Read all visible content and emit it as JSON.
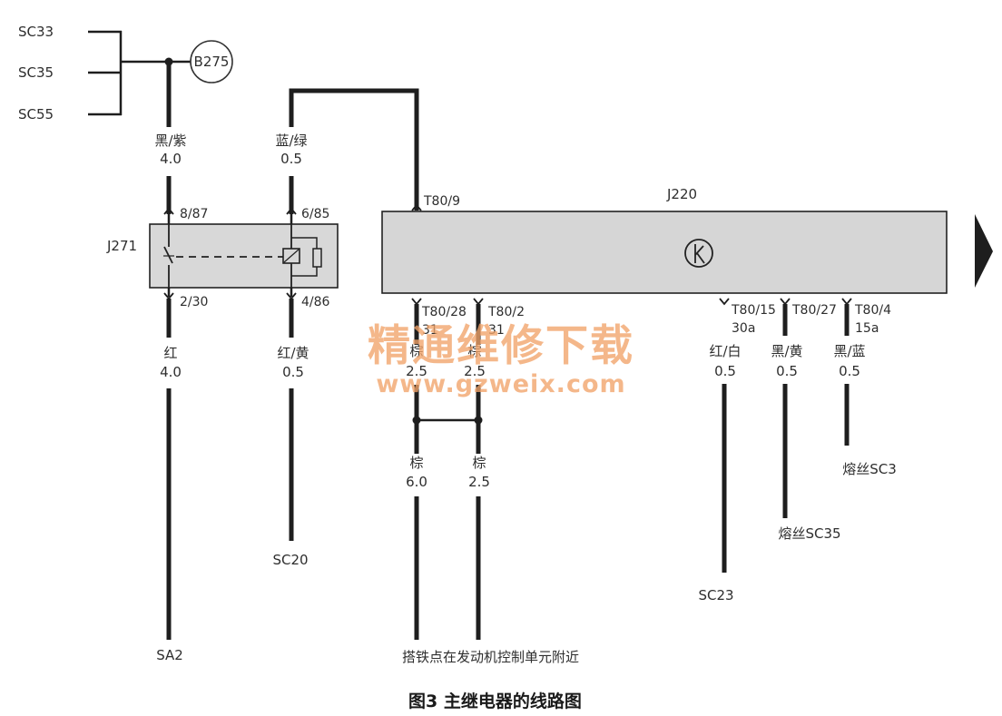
{
  "feeds": [
    "SC33",
    "SC35",
    "SC55"
  ],
  "b275": "B275",
  "relay": {
    "name": "J271",
    "pin_8_87": "8/87",
    "pin_6_85": "6/85",
    "pin_2_30": "2/30",
    "pin_4_86": "4/86"
  },
  "wires": {
    "w1_top": [
      "黑/紫",
      "4.0"
    ],
    "w2_top": [
      "蓝/绿",
      "0.5"
    ],
    "w1_bottom": [
      "红",
      "4.0"
    ],
    "w2_bottom": [
      "红/黄",
      "0.5"
    ],
    "t28": [
      "棕",
      "2.5"
    ],
    "t2": [
      "棕",
      "2.5"
    ],
    "g1": [
      "棕",
      "6.0"
    ],
    "g2": [
      "棕",
      "2.5"
    ],
    "t15": [
      "红/白",
      "0.5"
    ],
    "t27": [
      "黑/黄",
      "0.5"
    ],
    "t4": [
      "黑/蓝",
      "0.5"
    ]
  },
  "ecu": {
    "name": "J220",
    "t80_9": "T80/9",
    "t80_28": "T80/28",
    "t80_28_sub": "31",
    "t80_2": "T80/2",
    "t80_2_sub": "31",
    "t80_15": "T80/15",
    "t80_15_sub": "30a",
    "t80_27": "T80/27",
    "t80_4": "T80/4",
    "t80_4_sub": "15a"
  },
  "destinations": {
    "sa2": "SA2",
    "sc20": "SC20",
    "ground_note": "搭铁点在发动机控制单元附近",
    "sc23": "SC23",
    "fuse_sc35": "熔丝SC35",
    "fuse_sc3": "熔丝SC3"
  },
  "watermark": {
    "line1": "精通维修下载",
    "line2": "www.gzweix.com"
  },
  "caption": "图3  主继电器的线路图"
}
